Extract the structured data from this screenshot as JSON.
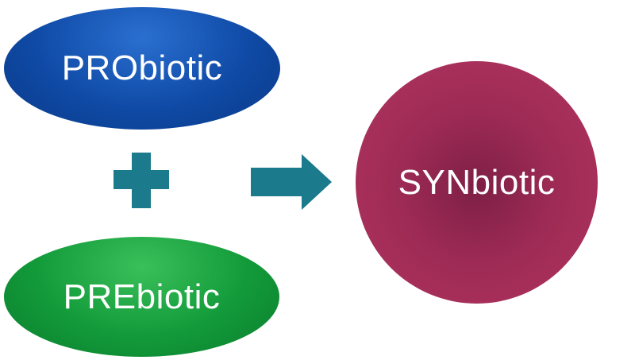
{
  "diagram": {
    "probiotic_label": "PRObiotic",
    "prebiotic_label": "PREbiotic",
    "synbiotic_label": "SYNbiotic"
  },
  "colors": {
    "probiotic": "#0f4aa6",
    "prebiotic": "#129a3a",
    "synbiotic": "#9e2b55",
    "operator": "#1b7a8c"
  },
  "icons": {
    "plus": "plus-icon",
    "arrow": "arrow-right-icon"
  }
}
